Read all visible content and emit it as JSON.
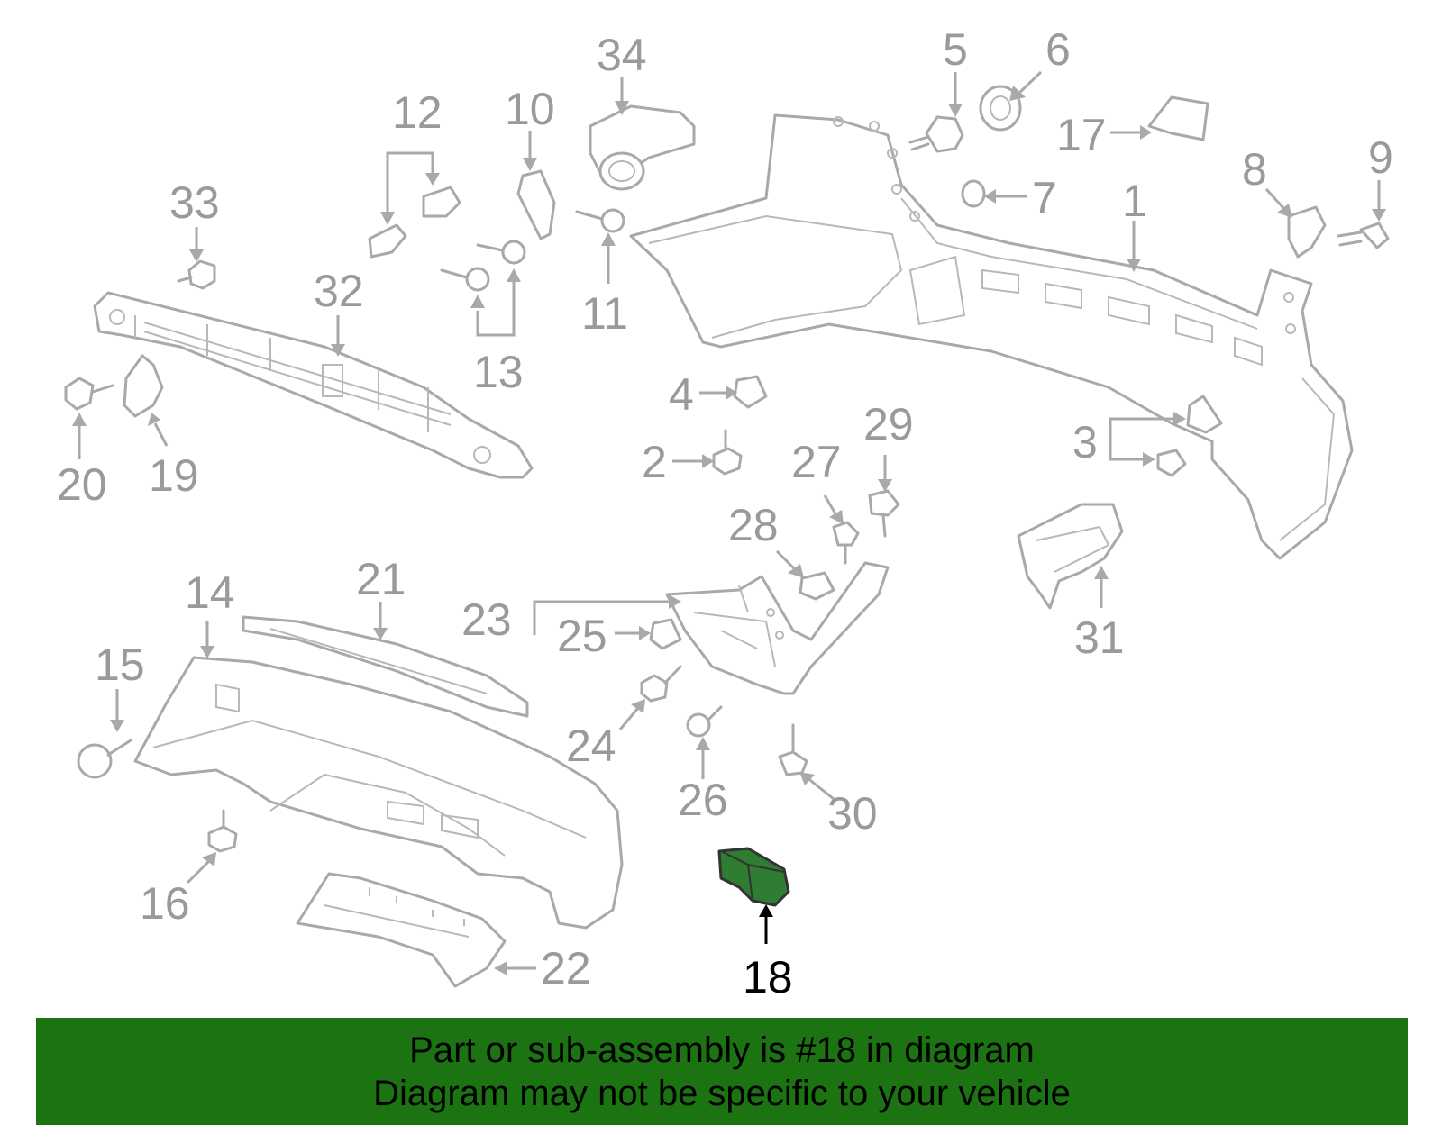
{
  "diagram": {
    "highlighted_part": "18",
    "highlight_color": "#2e7d32",
    "banner_color": "#1b7312",
    "callouts": [
      "1",
      "2",
      "3",
      "4",
      "5",
      "6",
      "7",
      "8",
      "9",
      "10",
      "11",
      "12",
      "13",
      "14",
      "15",
      "16",
      "17",
      "18",
      "19",
      "20",
      "21",
      "22",
      "23",
      "24",
      "25",
      "26",
      "27",
      "28",
      "29",
      "30",
      "31",
      "32",
      "33",
      "34"
    ]
  },
  "banner": {
    "line1": "Part or sub-assembly is #18 in diagram",
    "line2": "Diagram may not be specific to your vehicle"
  }
}
